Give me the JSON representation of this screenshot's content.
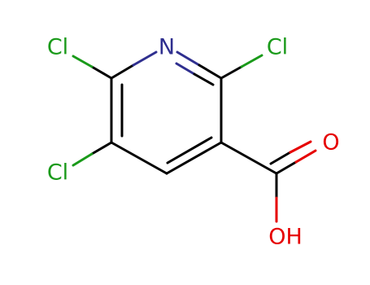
{
  "molecule": {
    "atoms": {
      "n": "N",
      "cl_top_left": "Cl",
      "cl_top_right": "Cl",
      "cl_bottom_left": "Cl",
      "o_carbonyl": "O",
      "oh": "OH"
    },
    "colors": {
      "bond": "#000000",
      "nitrogen": "#2f2f8f",
      "chlorine": "#1a9a1a",
      "oxygen": "#e60000"
    }
  }
}
